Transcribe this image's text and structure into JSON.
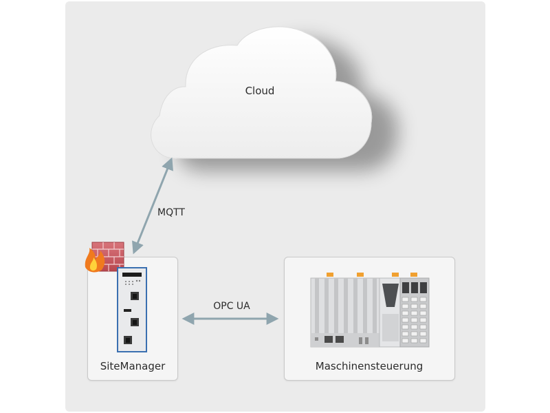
{
  "cloud": {
    "label": "Cloud"
  },
  "connections": {
    "mqtt": "MQTT",
    "opcua": "OPC UA"
  },
  "nodes": {
    "sitemanager": "SiteManager",
    "controller": "Maschinensteuerung"
  },
  "icons": {
    "firewall": "firewall-icon",
    "router": "router-device-icon",
    "plc": "plc-controller-icon"
  },
  "colors": {
    "arrow": "#8fa5ae",
    "accent_orange": "#f0a030",
    "device_blue": "#3a6fb0"
  }
}
